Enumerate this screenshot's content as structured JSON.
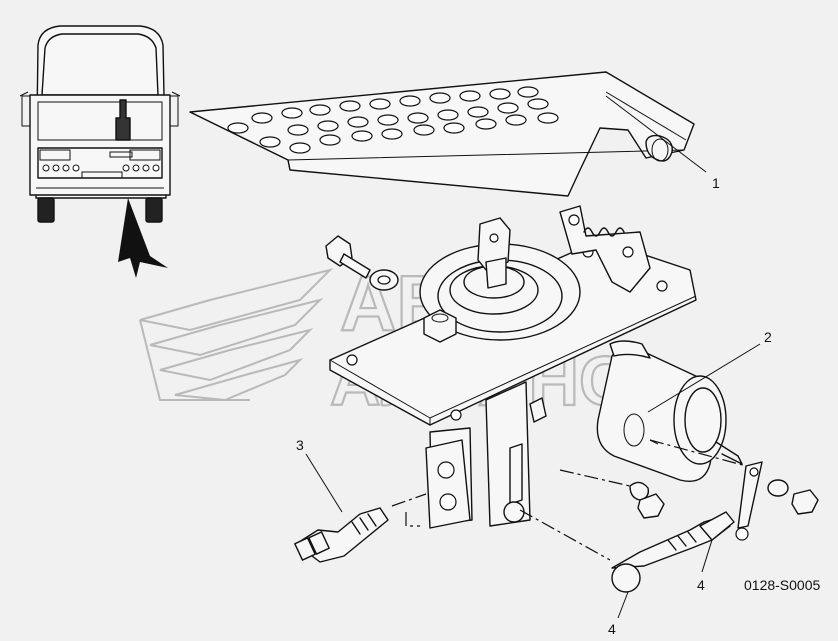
{
  "diagram": {
    "drawing_code": "0128-S0005",
    "callouts": [
      {
        "id": "callout-1",
        "label": "1"
      },
      {
        "id": "callout-2",
        "label": "2"
      },
      {
        "id": "callout-3",
        "label": "3"
      },
      {
        "id": "callout-4a",
        "label": "4"
      },
      {
        "id": "callout-4b",
        "label": "4"
      }
    ],
    "watermark": {
      "line1": "АВТО",
      "line2": "АЛЬЯНС"
    }
  }
}
